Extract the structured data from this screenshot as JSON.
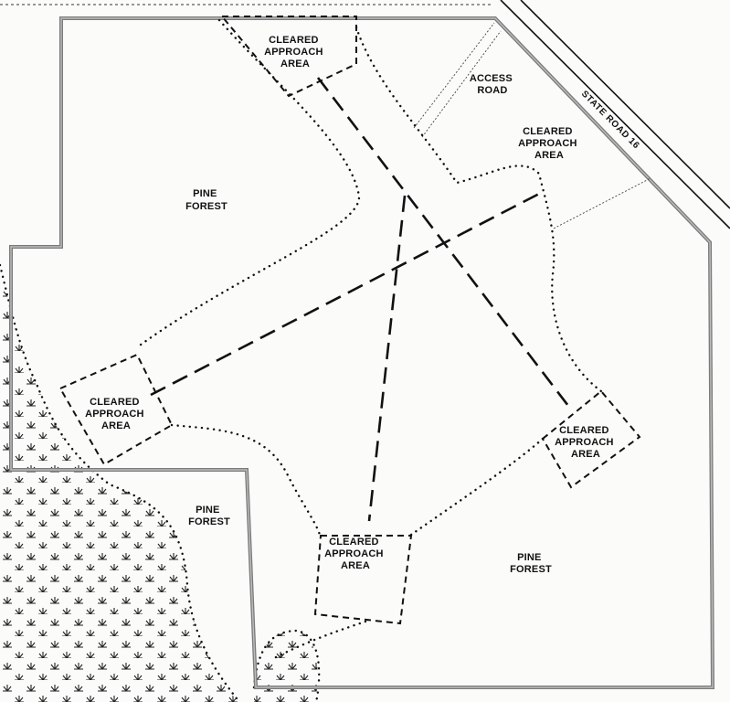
{
  "map": {
    "labels": {
      "cleared_approach_top": [
        "CLEARED",
        "APPROACH",
        "AREA"
      ],
      "access_road": [
        "ACCESS",
        "ROAD"
      ],
      "cleared_approach_right_top": [
        "CLEARED",
        "APPROACH",
        "AREA"
      ],
      "pine_forest_nw": [
        "PINE",
        "FOREST"
      ],
      "cleared_approach_left": [
        "CLEARED",
        "APPROACH",
        "AREA"
      ],
      "cleared_approach_right": [
        "CLEARED",
        "APPROACH",
        "AREA"
      ],
      "pine_forest_sw": [
        "PINE",
        "FOREST"
      ],
      "cleared_approach_bottom": [
        "CLEARED",
        "APPROACH",
        "AREA"
      ],
      "pine_forest_se": [
        "PINE",
        "FOREST"
      ],
      "state_road": "STATE ROAD 16"
    },
    "colors": {
      "boundary": "#7a7a7a",
      "ink": "#111111",
      "paper": "#fbfbfa"
    },
    "features": [
      "property-boundary",
      "state-road",
      "access-road",
      "runway-centerlines",
      "cleared-approach-areas",
      "dotted-clearing-edges",
      "marsh-hatch"
    ]
  }
}
